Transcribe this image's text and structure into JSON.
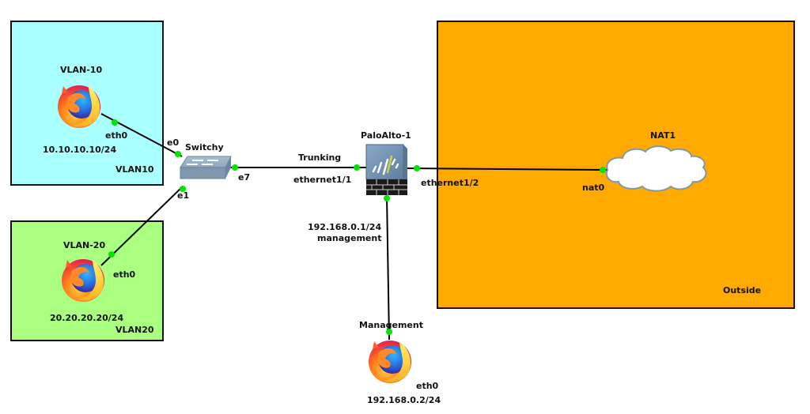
{
  "zones": [
    {
      "id": "vlan10-zone",
      "label": "VLAN10",
      "color": "#aaffff"
    },
    {
      "id": "vlan20-zone",
      "label": "VLAN20",
      "color": "#aaff80"
    },
    {
      "id": "outside-zone",
      "label": "Outside",
      "color": "#ffaa00"
    }
  ],
  "nodes": {
    "vlan10": {
      "name": "VLAN-10",
      "ip": "10.10.10.10/24",
      "port": "eth0",
      "icon": "firefox-icon"
    },
    "vlan20": {
      "name": "VLAN-20",
      "ip": "20.20.20.20/24",
      "port": "eth0",
      "icon": "firefox-icon"
    },
    "management": {
      "name": "Management",
      "ip": "192.168.0.2/24",
      "port": "eth0",
      "icon": "firefox-icon"
    },
    "switch": {
      "name": "Switchy",
      "ports": {
        "e0": "e0",
        "e1": "e1",
        "e7": "e7"
      },
      "icon": "switch-icon"
    },
    "paloalto": {
      "name": "PaloAlto-1",
      "ports": {
        "eth11": "ethernet1/1",
        "eth12": "ethernet1/2"
      },
      "mgmt_ip": "192.168.0.1/24",
      "mgmt_label": "management",
      "icon": "firewall-icon"
    },
    "nat": {
      "name": "NAT1",
      "port": "nat0",
      "icon": "cloud-icon"
    }
  },
  "links": [
    {
      "from": "VLAN-10:eth0",
      "to": "Switchy:e0"
    },
    {
      "from": "VLAN-20:eth0",
      "to": "Switchy:e1"
    },
    {
      "from": "Switchy:e7",
      "to": "PaloAlto-1:ethernet1/1",
      "label": "Trunking"
    },
    {
      "from": "PaloAlto-1:ethernet1/2",
      "to": "NAT1:nat0"
    },
    {
      "from": "PaloAlto-1:management",
      "to": "Management:eth0"
    }
  ],
  "colors": {
    "port_dot": "#00e600",
    "link": "#000000"
  }
}
